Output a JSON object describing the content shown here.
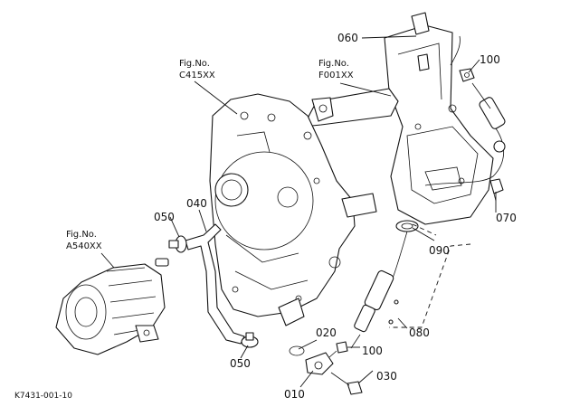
{
  "figure_refs": [
    {
      "id": "c415",
      "line1": "Fig.No.",
      "line2": "C415XX"
    },
    {
      "id": "f001",
      "line1": "Fig.No.",
      "line2": "F001XX"
    },
    {
      "id": "a540",
      "line1": "Fig.No.",
      "line2": "A540XX"
    }
  ],
  "callouts": {
    "p060": "060",
    "p100_top": "100",
    "p070": "070",
    "p090": "090",
    "p080": "080",
    "p040": "040",
    "p050_top": "050",
    "p050_bottom": "050",
    "p020": "020",
    "p100_bottom": "100",
    "p030": "030",
    "p010": "010"
  },
  "footer": {
    "code": "K7431-001-10"
  }
}
